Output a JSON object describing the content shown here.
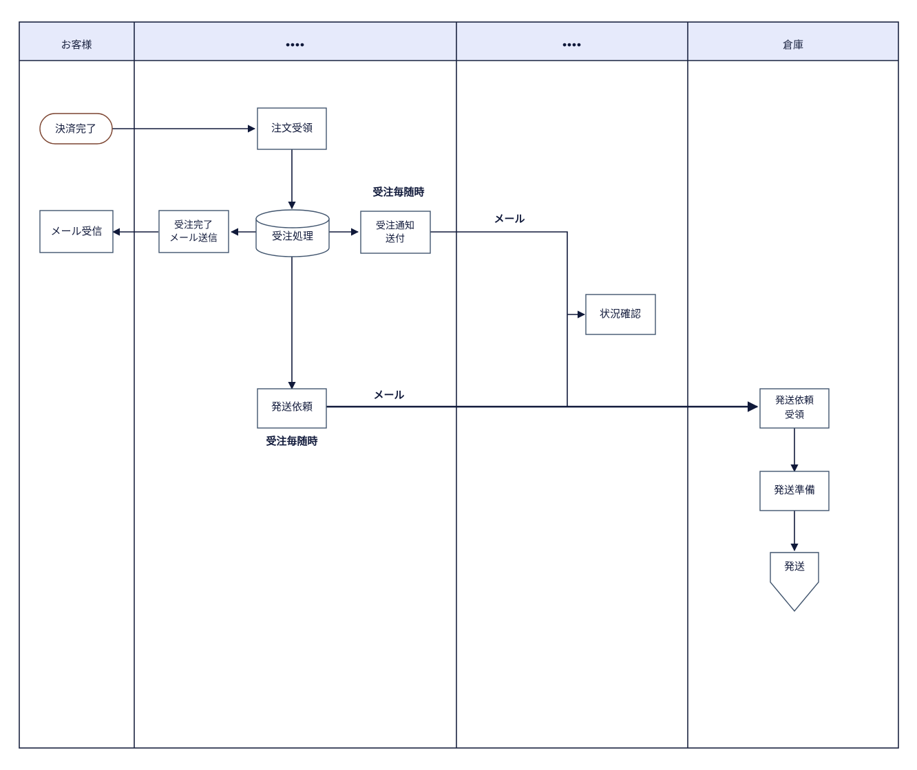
{
  "diagram": {
    "title": "",
    "type": "swimlane-flowchart",
    "colors": {
      "lane_header_fill": "#e6eafb",
      "border": "#1a2340",
      "node_border": "#41556e",
      "start_node_border": "#7c4430",
      "connector": "#10193a",
      "text": "#10193a"
    },
    "lanes": [
      {
        "id": "customer",
        "label": "お客様"
      },
      {
        "id": "lane2",
        "label": "••••"
      },
      {
        "id": "lane3",
        "label": "••••"
      },
      {
        "id": "warehouse",
        "label": "倉庫"
      }
    ],
    "nodes": [
      {
        "id": "payment-complete",
        "shape": "rounded-pill",
        "lane": "customer",
        "lines": [
          "決済完了"
        ]
      },
      {
        "id": "mail-receive",
        "shape": "rect",
        "lane": "customer",
        "lines": [
          "メール受信"
        ]
      },
      {
        "id": "order-receipt",
        "shape": "rect",
        "lane": "lane2",
        "lines": [
          "注文受領"
        ]
      },
      {
        "id": "order-complete-mail-send",
        "shape": "rect",
        "lane": "lane2",
        "lines": [
          "受注完了",
          "メール送信"
        ]
      },
      {
        "id": "order-processing",
        "shape": "cylinder",
        "lane": "lane2",
        "lines": [
          "受注処理"
        ]
      },
      {
        "id": "order-notice-send",
        "shape": "rect",
        "lane": "lane2",
        "lines": [
          "受注通知",
          "送付"
        ]
      },
      {
        "id": "shipping-request",
        "shape": "rect",
        "lane": "lane2",
        "lines": [
          "発送依頼"
        ]
      },
      {
        "id": "status-check",
        "shape": "rect",
        "lane": "lane3",
        "lines": [
          "状況確認"
        ]
      },
      {
        "id": "shipping-request-receipt",
        "shape": "rect",
        "lane": "warehouse",
        "lines": [
          "発送依頼",
          "受領"
        ]
      },
      {
        "id": "shipping-preparation",
        "shape": "rect",
        "lane": "warehouse",
        "lines": [
          "発送準備"
        ]
      },
      {
        "id": "shipment",
        "shape": "pentagon-down",
        "lane": "warehouse",
        "lines": [
          "発送"
        ]
      }
    ],
    "annotations": [
      {
        "id": "annot-order-notice-timing",
        "text": "受注毎随時"
      },
      {
        "id": "annot-mail-top",
        "text": "メール"
      },
      {
        "id": "annot-mail-bottom",
        "text": "メール"
      },
      {
        "id": "annot-shipping-request-timing",
        "text": "受注毎随時"
      }
    ]
  }
}
